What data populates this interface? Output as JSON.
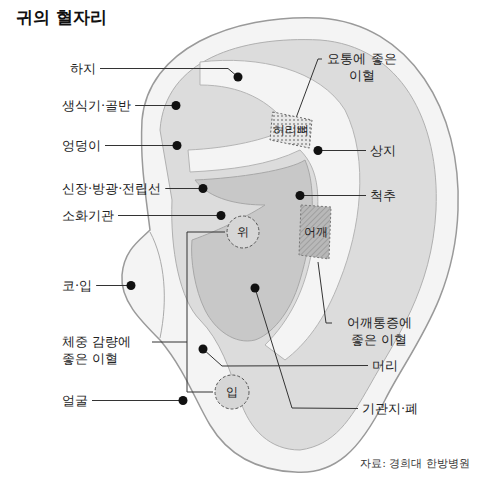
{
  "diagram": {
    "title": "귀의 혈자리",
    "caption": "자료: 경희대 한방병원",
    "nodes": [
      {
        "text": [
          "허리뼈"
        ]
      },
      {
        "text": [
          "위"
        ]
      },
      {
        "text": [
          "어깨"
        ]
      },
      {
        "text": [
          "입"
        ]
      }
    ],
    "edges": [],
    "labels": [
      "하지",
      "생식기·골반",
      "엉덩이",
      "신장·방광·전립선",
      "소화기관",
      "코·입",
      "체중 감량에 좋은 이혈",
      "얼굴",
      "요통에 좋은 이혈",
      "상지",
      "척추",
      "어깨통증에 좋은 이혈",
      "머리",
      "기관지·폐"
    ]
  }
}
